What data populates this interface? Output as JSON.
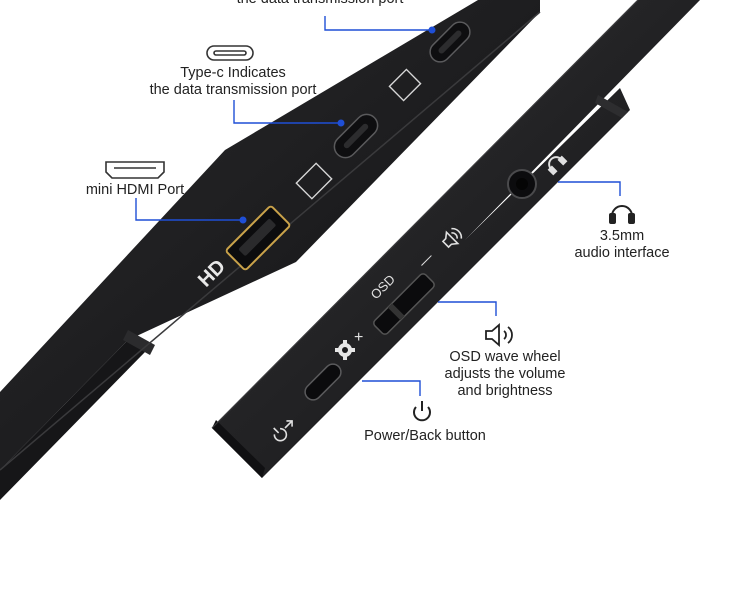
{
  "labels": {
    "typec_top": {
      "line1": "",
      "line2": "the data transmission port"
    },
    "typec": {
      "line1": "Type-c Indicates",
      "line2": "the data transmission port"
    },
    "hdmi": {
      "line1": "mini HDMI Port"
    },
    "audio": {
      "line1": "3.5mm",
      "line2": "audio interface"
    },
    "osd": {
      "line1": "OSD wave wheel",
      "line2": "adjusts the volume",
      "line3": "and brightness"
    },
    "power": {
      "line1": "Power/Back button"
    }
  },
  "device_markings": {
    "hd": "HD",
    "osd": "OSD",
    "plus": "+",
    "minus": "—"
  },
  "colors": {
    "leader_line": "#1f4fd6",
    "device_body": "#1c1c1e",
    "device_edge": "#3a3a3c",
    "port_gold": "#c9a24a"
  },
  "icons": [
    "usb-c-icon",
    "mini-hdmi-icon",
    "headphones-icon",
    "speaker-volume-icon",
    "power-icon",
    "gear-icon",
    "power-return-icon"
  ]
}
